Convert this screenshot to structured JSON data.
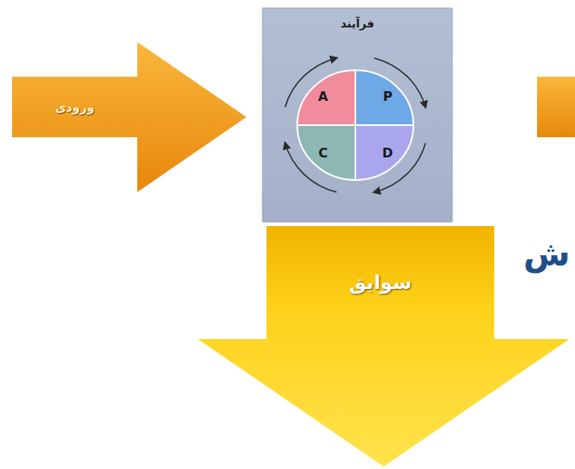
{
  "diagram": {
    "nodes": [
      {
        "text": [
          "ورودی"
        ]
      },
      {
        "text": [
          "فرآیند"
        ]
      },
      {
        "text": [
          "A"
        ],
        "in": 1
      },
      {
        "text": [
          "P"
        ],
        "in": 1
      },
      {
        "text": [
          "C"
        ],
        "in": 1
      },
      {
        "text": [
          "D"
        ],
        "in": 1
      },
      {
        "text": [
          "سوابق"
        ]
      }
    ],
    "labels": [
      "ش"
    ]
  }
}
